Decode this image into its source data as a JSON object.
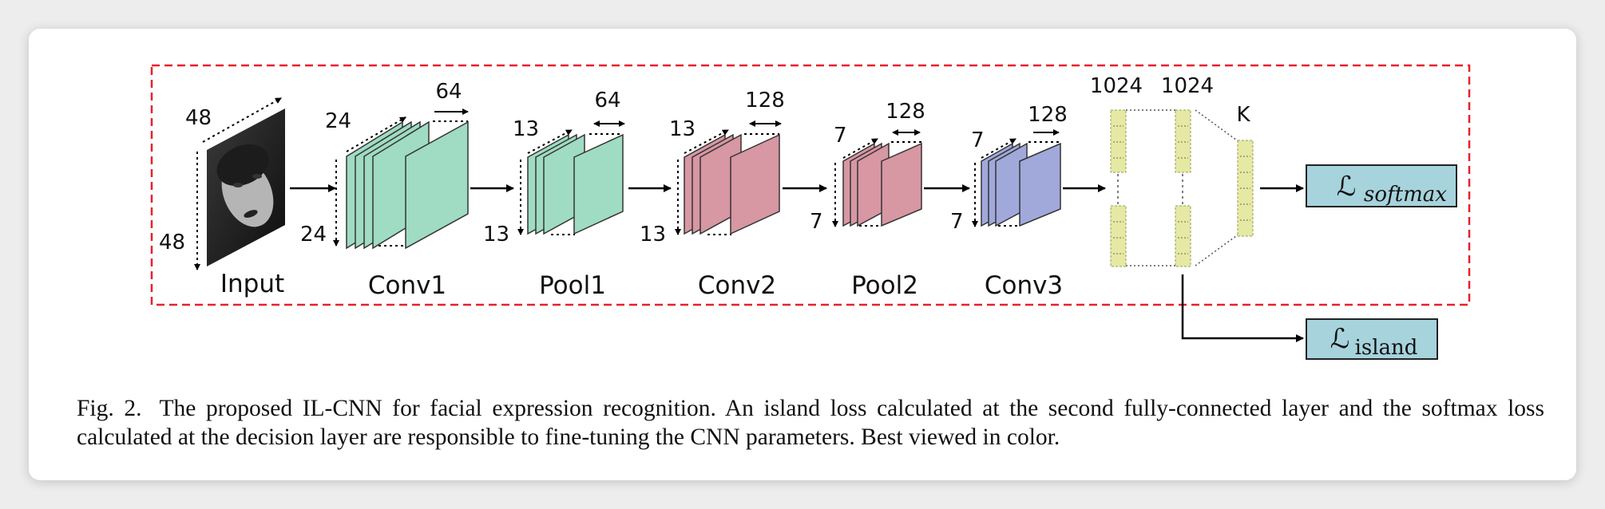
{
  "diagram": {
    "input": {
      "label": "Input",
      "width": "48",
      "height": "48"
    },
    "conv1": {
      "label": "Conv1",
      "width": "24",
      "height": "24",
      "depth": "64"
    },
    "pool1": {
      "label": "Pool1",
      "width": "13",
      "height": "13",
      "depth": "64"
    },
    "conv2": {
      "label": "Conv2",
      "width": "13",
      "height": "13",
      "depth": "128"
    },
    "pool2": {
      "label": "Pool2",
      "width": "7",
      "height": "7",
      "depth": "128"
    },
    "conv3": {
      "label": "Conv3",
      "width": "7",
      "height": "7",
      "depth": "128"
    },
    "fc1": {
      "units": "1024"
    },
    "fc2": {
      "units": "1024"
    },
    "output": {
      "units": "K"
    },
    "loss_softmax": {
      "symbol": "ℒ",
      "subscript": "softmax"
    },
    "loss_island": {
      "symbol": "ℒ",
      "subscript": "island"
    },
    "colors": {
      "conv1_pool1": "#9fdcc3",
      "conv2_pool2": "#d797a3",
      "conv3": "#a0a9da",
      "fc": "#e5e9a4",
      "loss_box": "#a6d3dc",
      "dashed_box": "#e8202a"
    }
  },
  "caption": {
    "tag": "Fig. 2.",
    "text": "The proposed IL-CNN for facial expression recognition. An island loss calculated at the second fully-connected layer and the softmax loss calculated at the decision layer are responsible to fine-tuning the CNN parameters. Best viewed in color."
  }
}
